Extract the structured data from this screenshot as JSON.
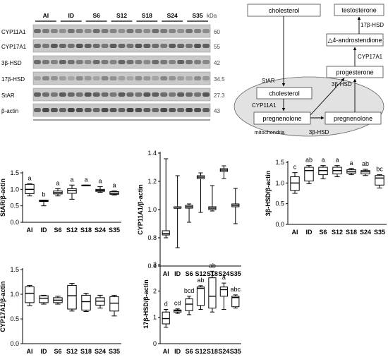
{
  "blot": {
    "groups": [
      "AI",
      "ID",
      "S6",
      "S12",
      "S18",
      "S24",
      "S35"
    ],
    "kda_header": "kDa",
    "rows": [
      {
        "protein": "CYP11A1",
        "kda": "60"
      },
      {
        "protein": "CYP17A1",
        "kda": "55"
      },
      {
        "protein": "3β-HSD",
        "kda": "42"
      },
      {
        "protein": "17β-HSD",
        "kda": "34.5"
      },
      {
        "protein": "StAR",
        "kda": "27.3"
      },
      {
        "protein": "β-actin",
        "kda": "43"
      }
    ]
  },
  "pathway": {
    "nodes": {
      "cholesterol_top": "cholesterol",
      "testosterone": "testosterone",
      "androstenedione": "△4-androstendione",
      "progesterone": "progesterone",
      "cholesterol_mito": "cholesterol",
      "pregnenolone_left": "pregnenolone",
      "pregnenolone_right": "pregnenolone",
      "mitochondria": "mitochondria"
    },
    "enzymes": {
      "hsd17": "17β-HSD",
      "cyp17": "CYP17A1",
      "hsd3_right": "3β-HSD",
      "star": "StAR",
      "cyp11": "CYP11A1",
      "hsd3_bottom": "3β-HSD"
    }
  },
  "chart_data": [
    {
      "type": "box",
      "categories": [
        "AI",
        "ID",
        "S6",
        "S12",
        "S18",
        "S24",
        "S35"
      ],
      "ylabel": "StAR/β-actin",
      "ylim": [
        0,
        1.5
      ],
      "yticks": [
        0,
        0.5,
        1.0,
        1.5
      ],
      "boxes": [
        {
          "min": 0.8,
          "q1": 0.87,
          "median": 1.0,
          "q3": 1.15,
          "max": 1.17
        },
        {
          "min": 0.5,
          "q1": 0.63,
          "median": 0.65,
          "q3": 0.67,
          "max": 0.67
        },
        {
          "min": 0.8,
          "q1": 0.86,
          "median": 0.9,
          "q3": 0.95,
          "max": 1.02
        },
        {
          "min": 0.7,
          "q1": 0.88,
          "median": 0.97,
          "q3": 1.02,
          "max": 1.13
        },
        {
          "min": 1.11,
          "q1": 1.11,
          "median": 1.12,
          "q3": 1.13,
          "max": 1.13
        },
        {
          "min": 0.91,
          "q1": 0.94,
          "median": 0.97,
          "q3": 1.0,
          "max": 1.08
        },
        {
          "min": 0.83,
          "q1": 0.85,
          "median": 0.88,
          "q3": 0.93,
          "max": 0.95
        }
      ],
      "letters": [
        "a",
        "b",
        "a",
        "a",
        "a",
        "a",
        "a"
      ]
    },
    {
      "type": "box",
      "categories": [
        "AI",
        "ID",
        "S6",
        "S12",
        "S18",
        "S24",
        "S35"
      ],
      "ylabel": "CYP11A1/β-actin",
      "ylim": [
        0.6,
        1.4
      ],
      "yticks": [
        0.6,
        0.8,
        1.0,
        1.2,
        1.4
      ],
      "boxes": [
        {
          "min": 0.8,
          "q1": 0.82,
          "median": 0.83,
          "q3": 0.85,
          "max": 1.36
        },
        {
          "min": 0.73,
          "q1": 1.01,
          "median": 1.01,
          "q3": 1.02,
          "max": 1.24
        },
        {
          "min": 0.91,
          "q1": 1.01,
          "median": 1.02,
          "q3": 1.03,
          "max": 1.04
        },
        {
          "min": 0.98,
          "q1": 1.22,
          "median": 1.23,
          "q3": 1.24,
          "max": 1.26
        },
        {
          "min": 0.99,
          "q1": 1.0,
          "median": 1.01,
          "q3": 1.02,
          "max": 1.17
        },
        {
          "min": 1.22,
          "q1": 1.27,
          "median": 1.28,
          "q3": 1.29,
          "max": 1.31
        },
        {
          "min": 0.9,
          "q1": 1.02,
          "median": 1.03,
          "q3": 1.04,
          "max": 1.15
        }
      ],
      "letters": []
    },
    {
      "type": "box",
      "categories": [
        "AI",
        "ID",
        "S6",
        "S12",
        "S18",
        "S24",
        "S35"
      ],
      "ylabel": "3β-HSD/β-actin",
      "ylim": [
        0,
        1.5
      ],
      "yticks": [
        0,
        0.5,
        1.0,
        1.5
      ],
      "boxes": [
        {
          "min": 0.75,
          "q1": 0.82,
          "median": 1.0,
          "q3": 1.15,
          "max": 1.25
        },
        {
          "min": 0.98,
          "q1": 1.05,
          "median": 1.3,
          "q3": 1.38,
          "max": 1.42
        },
        {
          "min": 1.1,
          "q1": 1.2,
          "median": 1.3,
          "q3": 1.38,
          "max": 1.42
        },
        {
          "min": 1.15,
          "q1": 1.22,
          "median": 1.3,
          "q3": 1.38,
          "max": 1.42
        },
        {
          "min": 1.2,
          "q1": 1.24,
          "median": 1.28,
          "q3": 1.32,
          "max": 1.35
        },
        {
          "min": 1.18,
          "q1": 1.22,
          "median": 1.27,
          "q3": 1.3,
          "max": 1.33
        },
        {
          "min": 0.88,
          "q1": 0.95,
          "median": 1.12,
          "q3": 1.18,
          "max": 1.2
        }
      ],
      "letters": [
        "c",
        "ab",
        "a",
        "a",
        "a",
        "ab",
        "bc"
      ]
    },
    {
      "type": "box",
      "categories": [
        "AI",
        "ID",
        "S6",
        "S12",
        "S18",
        "S24",
        "S35"
      ],
      "ylabel": "CYP17A1/β-actin",
      "ylim": [
        0,
        1.5
      ],
      "yticks": [
        0,
        0.5,
        1.0,
        1.5
      ],
      "boxes": [
        {
          "min": 0.77,
          "q1": 0.83,
          "median": 1.02,
          "q3": 1.15,
          "max": 1.18
        },
        {
          "min": 0.8,
          "q1": 0.83,
          "median": 0.92,
          "q3": 0.97,
          "max": 0.98
        },
        {
          "min": 0.8,
          "q1": 0.83,
          "median": 0.88,
          "q3": 0.93,
          "max": 0.96
        },
        {
          "min": 0.66,
          "q1": 0.7,
          "median": 0.97,
          "q3": 1.18,
          "max": 1.22
        },
        {
          "min": 0.65,
          "q1": 0.68,
          "median": 0.85,
          "q3": 0.98,
          "max": 1.02
        },
        {
          "min": 0.72,
          "q1": 0.78,
          "median": 0.86,
          "q3": 0.93,
          "max": 0.98
        },
        {
          "min": 0.56,
          "q1": 0.66,
          "median": 0.82,
          "q3": 0.95,
          "max": 0.98
        }
      ],
      "letters": []
    },
    {
      "type": "box",
      "categories": [
        "AI",
        "ID",
        "S6",
        "S12",
        "S18",
        "S24",
        "S35"
      ],
      "ylabel": "17β-HSD/β-actin",
      "ylim": [
        0,
        3
      ],
      "yticks": [
        0,
        1,
        2,
        3
      ],
      "boxes": [
        {
          "min": 0.62,
          "q1": 0.75,
          "median": 0.95,
          "q3": 1.2,
          "max": 1.3
        },
        {
          "min": 1.15,
          "q1": 1.2,
          "median": 1.25,
          "q3": 1.28,
          "max": 1.32
        },
        {
          "min": 1.1,
          "q1": 1.25,
          "median": 1.5,
          "q3": 1.7,
          "max": 1.8
        },
        {
          "min": 1.3,
          "q1": 1.45,
          "median": 2.1,
          "q3": 2.15,
          "max": 2.2
        },
        {
          "min": 1.2,
          "q1": 1.35,
          "median": 1.8,
          "q3": 2.5,
          "max": 2.75
        },
        {
          "min": 1.3,
          "q1": 1.8,
          "median": 2.05,
          "q3": 2.15,
          "max": 2.3
        },
        {
          "min": 1.35,
          "q1": 1.4,
          "median": 1.75,
          "q3": 1.8,
          "max": 1.85
        }
      ],
      "letters": [
        "d",
        "cd",
        "bcd",
        "ab",
        "ab",
        "a",
        "abc"
      ]
    }
  ]
}
